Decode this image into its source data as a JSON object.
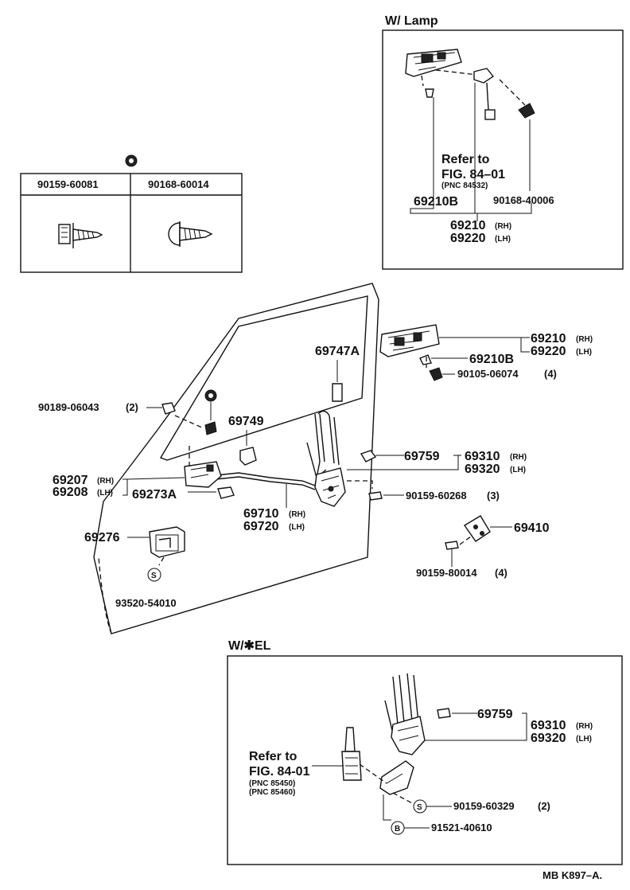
{
  "lamp_box": {
    "title": "W/ Lamp",
    "refer_line1": "Refer to",
    "refer_line2": "FIG. 84–01",
    "refer_pnc": "(PNC 84532)",
    "p_69210b": "69210B",
    "p_90168_40006": "90168-40006",
    "p_69210": "69210",
    "p_69220": "69220",
    "rh": "(RH)",
    "lh": "(LH)"
  },
  "fastener_table": {
    "col1": "90159-60081",
    "col2": "90168-60014"
  },
  "main": {
    "p_69210": "69210",
    "p_69220": "69220",
    "p_69210b": "69210B",
    "p_90105": "90105-06074",
    "q_4a": "(4)",
    "p_69747a": "69747A",
    "p_90189": "90189-06043",
    "q_2": "(2)",
    "p_69749": "69749",
    "p_69759": "69759",
    "p_69310": "69310",
    "p_69320": "69320",
    "p_69207": "69207",
    "p_69208": "69208",
    "p_69273a": "69273A",
    "p_90159_60268": "90159-60268",
    "q_3": "(3)",
    "p_69710": "69710",
    "p_69720": "69720",
    "p_69276": "69276",
    "p_69410": "69410",
    "p_90159_80014": "90159-80014",
    "q_4b": "(4)",
    "s_mark": "S",
    "p_93520": "93520-54010",
    "rh": "(RH)",
    "lh": "(LH)"
  },
  "el_box": {
    "title": "W/✱EL",
    "p_69759": "69759",
    "p_69310": "69310",
    "p_69320": "69320",
    "refer_line1": "Refer to",
    "refer_line2": "FIG. 84-01",
    "refer_pnc1": "(PNC 85450)",
    "refer_pnc2": "(PNC 85460)",
    "s_mark": "S",
    "b_mark": "B",
    "p_90159_60329": "90159-60329",
    "q_2": "(2)",
    "p_91521": "91521-40610",
    "rh": "(RH)",
    "lh": "(LH)"
  },
  "footer": {
    "code": "MB K897–A."
  }
}
